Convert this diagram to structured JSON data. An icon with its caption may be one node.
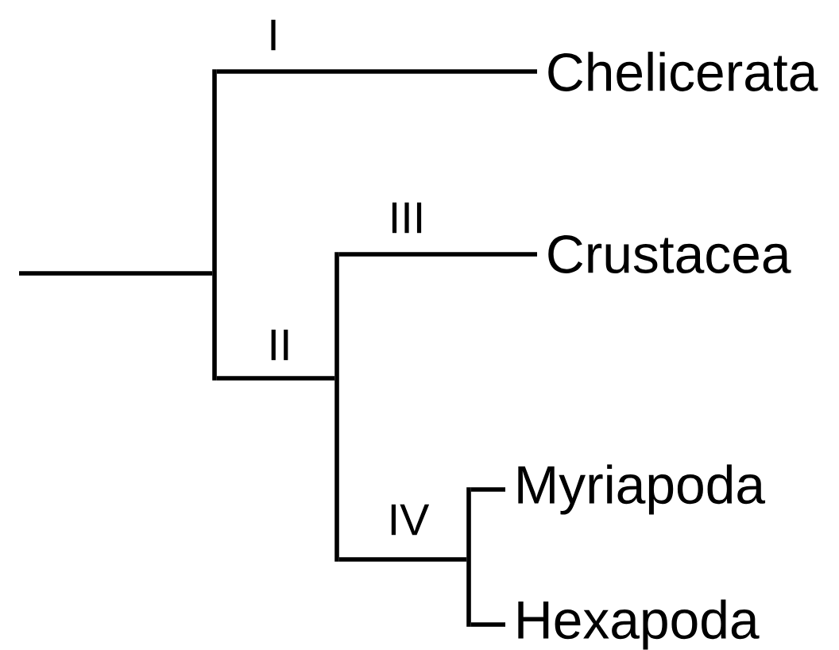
{
  "diagram": {
    "nodes": [
      {
        "text": [],
        "shape": "bar"
      },
      {
        "text": [
          "Chelicerata"
        ]
      },
      {
        "text": [],
        "shape": "bar"
      },
      {
        "text": [
          "Crustacea"
        ]
      },
      {
        "text": [],
        "shape": "bar"
      },
      {
        "text": [
          "Myriapoda"
        ]
      },
      {
        "text": [
          "Hexapoda"
        ]
      }
    ],
    "edges": [
      {
        "from": null,
        "to": 0,
        "arrow": "none"
      },
      {
        "from": 0,
        "to": 1,
        "arrow": "none",
        "label": "I"
      },
      {
        "from": 0,
        "to": 2,
        "arrow": "none",
        "label": "II"
      },
      {
        "from": 2,
        "to": 3,
        "arrow": "none",
        "label": "III"
      },
      {
        "from": 2,
        "to": 4,
        "arrow": "none",
        "label": "IV"
      },
      {
        "from": 4,
        "to": 5,
        "arrow": "none"
      },
      {
        "from": 4,
        "to": 6,
        "arrow": "none"
      }
    ]
  }
}
